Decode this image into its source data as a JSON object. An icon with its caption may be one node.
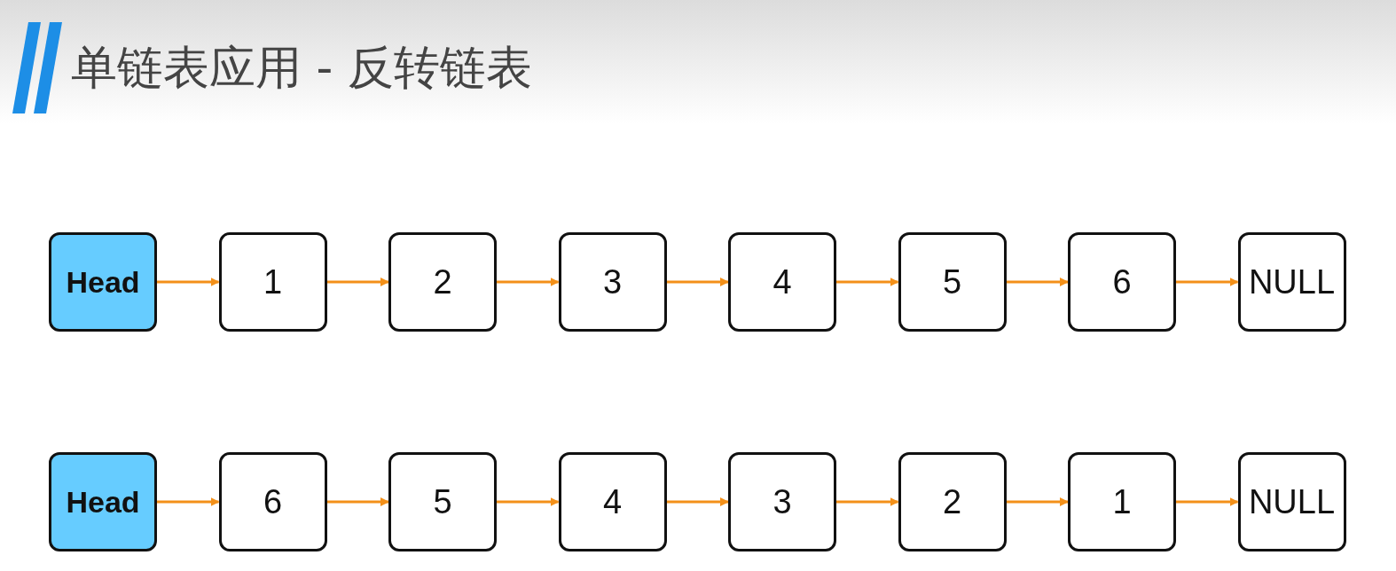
{
  "diagram": {
    "title": "单链表应用 - 反转链表",
    "nodes": [
      {
        "text": [
          "Head"
        ]
      },
      {
        "text": [
          "1"
        ]
      },
      {
        "text": [
          "2"
        ]
      },
      {
        "text": [
          "3"
        ]
      },
      {
        "text": [
          "4"
        ]
      },
      {
        "text": [
          "5"
        ]
      },
      {
        "text": [
          "6"
        ]
      },
      {
        "text": [
          "NULL"
        ]
      },
      {
        "text": [
          "Head"
        ]
      },
      {
        "text": [
          "6"
        ]
      },
      {
        "text": [
          "5"
        ]
      },
      {
        "text": [
          "4"
        ]
      },
      {
        "text": [
          "3"
        ]
      },
      {
        "text": [
          "2"
        ]
      },
      {
        "text": [
          "1"
        ]
      },
      {
        "text": [
          "NULL"
        ]
      }
    ],
    "edges": [
      {
        "from": 0,
        "to": 1,
        "arrow": "to"
      },
      {
        "from": 1,
        "to": 2,
        "arrow": "to"
      },
      {
        "from": 2,
        "to": 3,
        "arrow": "to"
      },
      {
        "from": 3,
        "to": 4,
        "arrow": "to"
      },
      {
        "from": 4,
        "to": 5,
        "arrow": "to"
      },
      {
        "from": 5,
        "to": 6,
        "arrow": "to"
      },
      {
        "from": 6,
        "to": 7,
        "arrow": "to"
      },
      {
        "from": 8,
        "to": 9,
        "arrow": "to"
      },
      {
        "from": 9,
        "to": 10,
        "arrow": "to"
      },
      {
        "from": 10,
        "to": 11,
        "arrow": "to"
      },
      {
        "from": 11,
        "to": 12,
        "arrow": "to"
      },
      {
        "from": 12,
        "to": 13,
        "arrow": "to"
      },
      {
        "from": 13,
        "to": 14,
        "arrow": "to"
      },
      {
        "from": 14,
        "to": 15,
        "arrow": "to"
      }
    ]
  }
}
